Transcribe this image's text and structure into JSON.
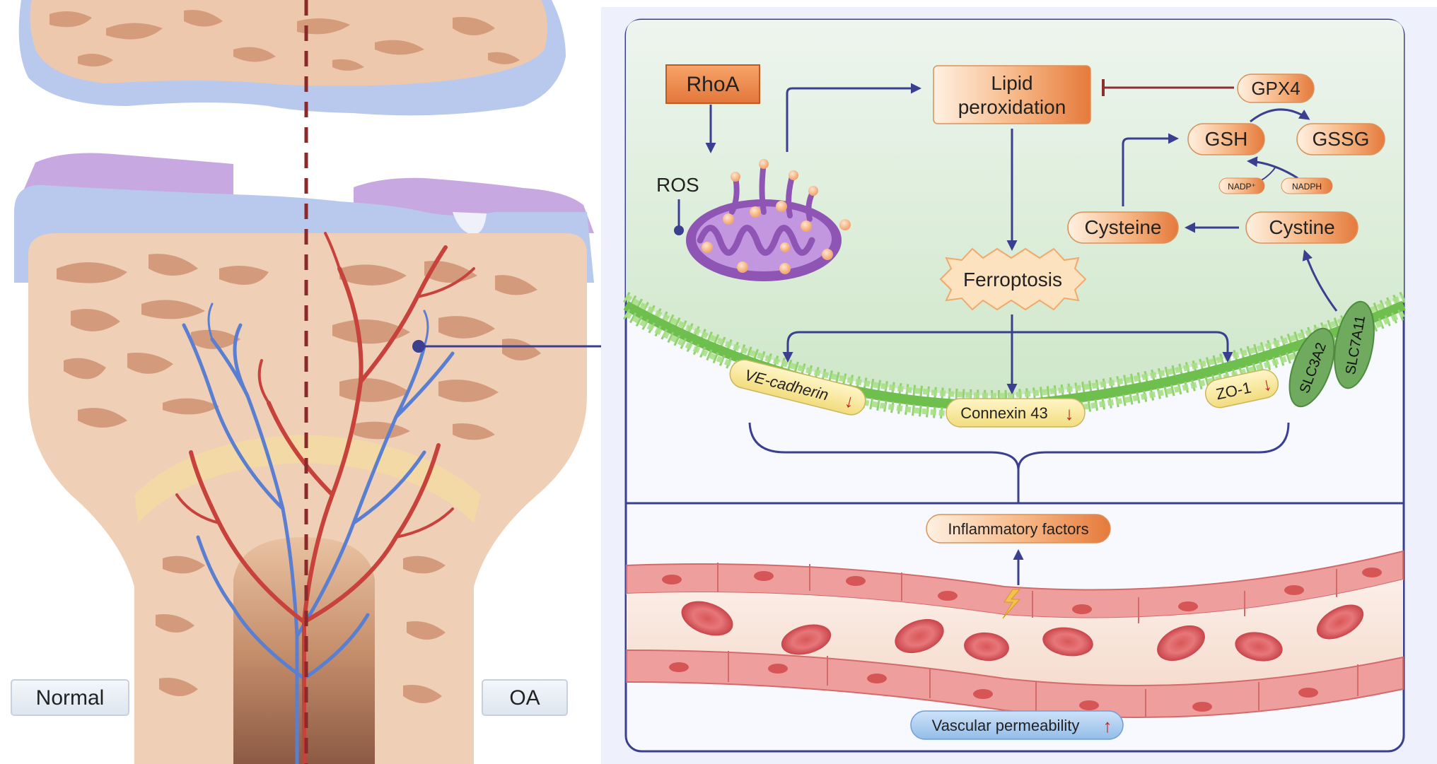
{
  "joint": {
    "normal_label": "Normal",
    "oa_label": "OA"
  },
  "pathway": {
    "rhoa": "RhoA",
    "ros": "ROS",
    "lipid_line1": "Lipid",
    "lipid_line2": "peroxidation",
    "gpx4": "GPX4",
    "gsh": "GSH",
    "gssg": "GSSG",
    "nadp": "NADP⁺",
    "nadph": "NADPH",
    "cysteine": "Cysteine",
    "cystine": "Cystine",
    "ferroptosis": "Ferroptosis",
    "slc7a11": "SLC7A11",
    "slc3a2": "SLC3A2"
  },
  "membrane": {
    "ve_cadherin": "VE-cadherin",
    "connexin43": "Connexin 43",
    "zo1": "ZO-1"
  },
  "vessel": {
    "inflammatory": "Inflammatory factors",
    "permeability": "Vascular permeability"
  },
  "colors": {
    "artery": "#c8423c",
    "vein": "#5a7fd0",
    "pathway_arrow": "#3a3f8f",
    "inhibition": "#8a3030"
  }
}
